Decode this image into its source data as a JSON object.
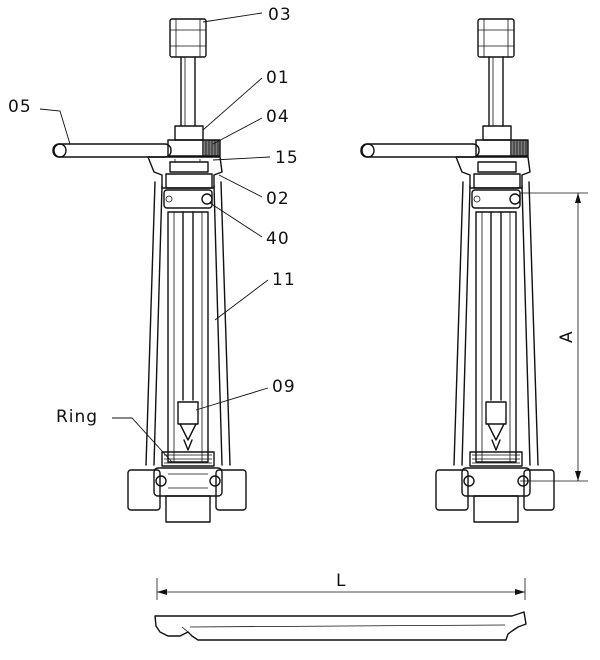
{
  "callouts": {
    "part_03": "03",
    "part_01": "01",
    "part_05": "05",
    "part_04": "04",
    "part_15": "15",
    "part_02": "02",
    "part_40": "40",
    "part_11": "11",
    "part_09": "09",
    "ring": "Ring"
  },
  "dimensions": {
    "height": "A",
    "length": "L"
  }
}
